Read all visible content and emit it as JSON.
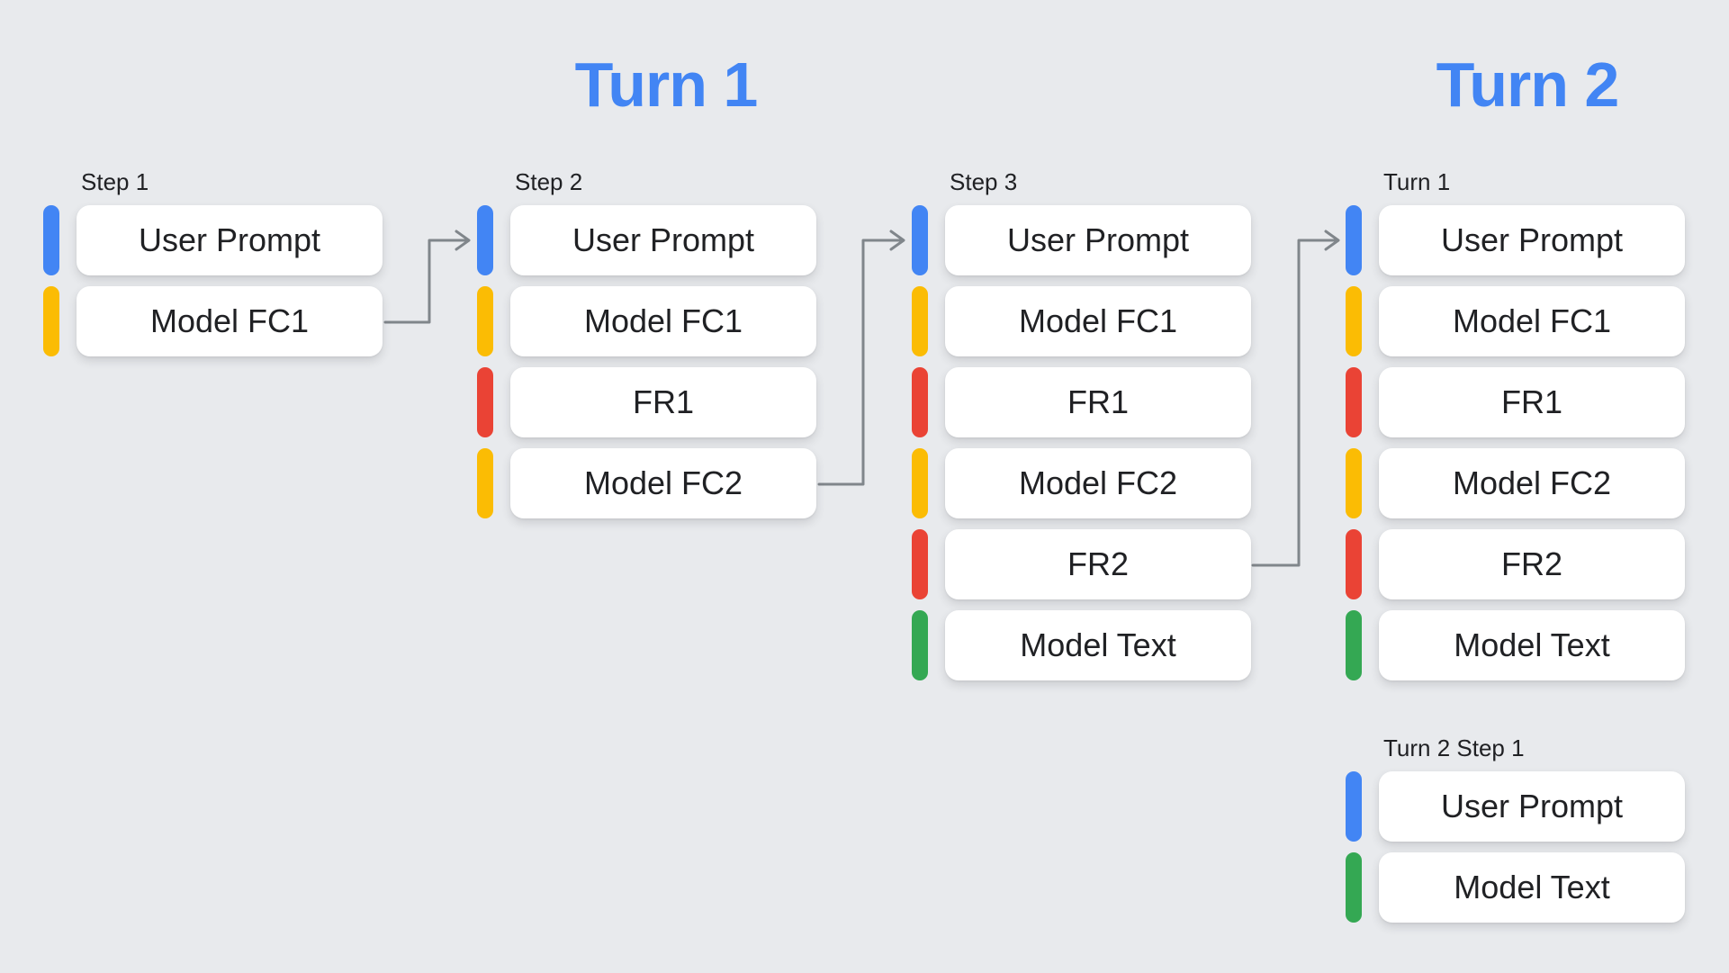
{
  "title_headers": [
    {
      "label": "Turn 1"
    },
    {
      "label": "Turn 2"
    }
  ],
  "groups": [
    {
      "label": "Step 1",
      "items": [
        {
          "text": "User Prompt",
          "color": "blue"
        },
        {
          "text": "Model FC1",
          "color": "yellow"
        }
      ]
    },
    {
      "label": "Step 2",
      "items": [
        {
          "text": "User Prompt",
          "color": "blue"
        },
        {
          "text": "Model FC1",
          "color": "yellow"
        },
        {
          "text": "FR1",
          "color": "red"
        },
        {
          "text": "Model FC2",
          "color": "yellow"
        }
      ]
    },
    {
      "label": "Step 3",
      "items": [
        {
          "text": "User Prompt",
          "color": "blue"
        },
        {
          "text": "Model FC1",
          "color": "yellow"
        },
        {
          "text": "FR1",
          "color": "red"
        },
        {
          "text": "Model FC2",
          "color": "yellow"
        },
        {
          "text": "FR2",
          "color": "red"
        },
        {
          "text": "Model Text",
          "color": "green"
        }
      ]
    },
    {
      "label": "Turn 1",
      "items": [
        {
          "text": "User Prompt",
          "color": "blue"
        },
        {
          "text": "Model FC1",
          "color": "yellow"
        },
        {
          "text": "FR1",
          "color": "red"
        },
        {
          "text": "Model FC2",
          "color": "yellow"
        },
        {
          "text": "FR2",
          "color": "red"
        },
        {
          "text": "Model Text",
          "color": "green"
        }
      ]
    },
    {
      "label": "Turn 2 Step 1",
      "items": [
        {
          "text": "User Prompt",
          "color": "blue"
        },
        {
          "text": "Model Text",
          "color": "green"
        }
      ]
    }
  ],
  "connections": [
    {
      "from": "Step 1 / Model FC1",
      "to": "Step 2 / User Prompt"
    },
    {
      "from": "Step 2 / Model FC2",
      "to": "Step 3 / User Prompt"
    },
    {
      "from": "Step 3 / FR2",
      "to": "Turn 1 group (Turn 2 column) / User Prompt"
    }
  ],
  "colors": {
    "blue": "#4285F4",
    "yellow": "#FBBC04",
    "red": "#EA4335",
    "green": "#34A853",
    "arrow": "#80868B",
    "background": "#E8EAED",
    "box_background": "#FFFFFF",
    "text": "#202124",
    "header_text": "#4285F4"
  }
}
